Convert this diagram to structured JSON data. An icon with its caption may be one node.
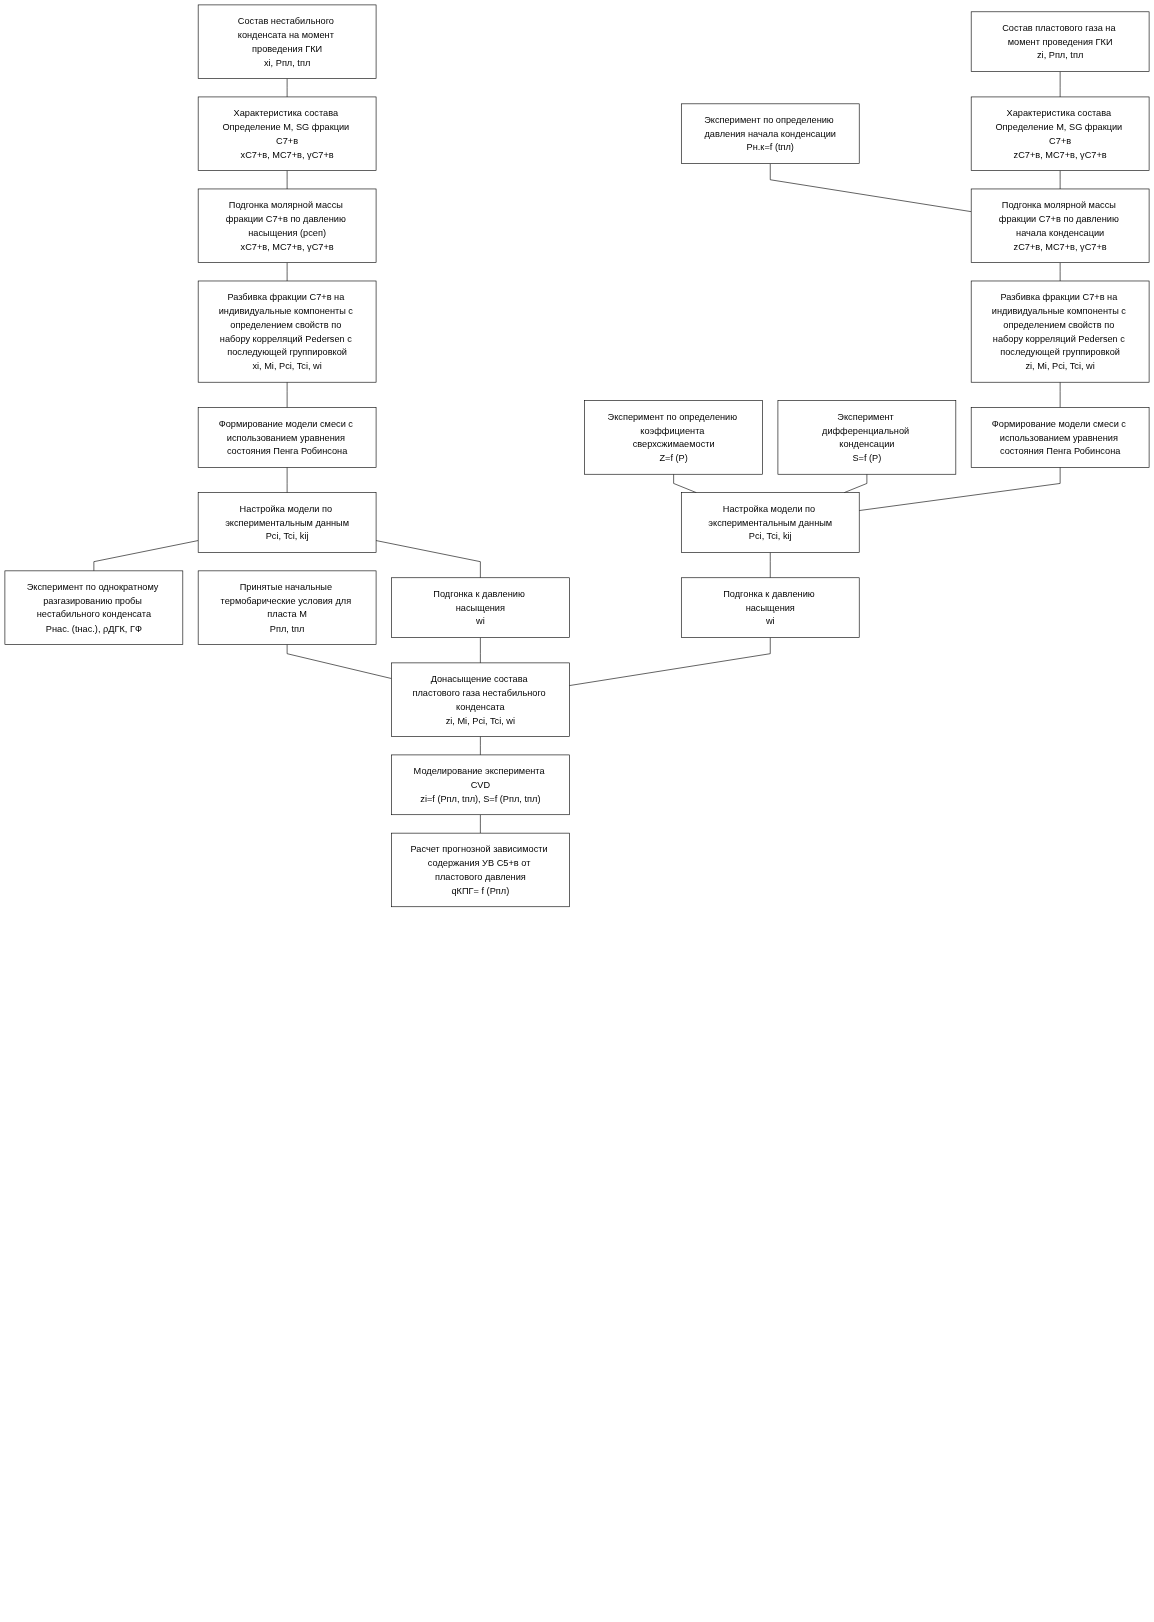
{
  "diagram": {
    "nodes": [
      {
        "text": [
          "Состав пластового газа на момент проведения ГКИ",
          "zi, Pпл, tпл"
        ]
      },
      {
        "text": [
          "Состав нестабильного конденсата на момент проведения ГКИ",
          "xi, Pпл, tпл"
        ]
      },
      {
        "text": [
          "Характеристика состава Определение M, SG фракции C7+в",
          "zC7+в, MC7+в, γC7+в"
        ]
      },
      {
        "text": [
          "Характеристика состава Определение M, SG фракции C7+в",
          "xC7+в, MC7+в, γC7+в"
        ]
      },
      {
        "text": [
          "Эксперимент по определению давления начала конденсации",
          "Pн.к=f (tпл)"
        ]
      },
      {
        "text": [
          "Подгонка молярной массы фракции C7+в по давлению начала конденсации",
          "zC7+в, MC7+в, γC7+в"
        ]
      },
      {
        "text": [
          "Подгонка молярной массы фракции C7+в по давлению насыщения (pсеп)",
          "xC7+в, MC7+в, γC7+в"
        ]
      },
      {
        "text": [
          "Разбивка фракции C7+в на индивидуальные компоненты с определением свойств по набору корреляций Pedersen с последующей группировкой",
          "zi, Mi, Pci, Tci, wi"
        ]
      },
      {
        "text": [
          "Разбивка фракции C7+в на индивидуальные компоненты с определением свойств по набору корреляций Pedersen с последующей группировкой",
          "xi, Mi, Pci, Tci, wi"
        ]
      },
      {
        "text": [
          "Формирование модели смеси с использованием уравнения состояния Пенга Робинсона"
        ]
      },
      {
        "text": [
          "Формирование модели смеси с использованием уравнения состояния Пенга Робинсона"
        ]
      },
      {
        "text": [
          "Эксперимент дифференциальной конденсации",
          "S=f (P)"
        ]
      },
      {
        "text": [
          "Настройка модели по экспериментальным данным",
          "Pci, Tci, kij"
        ]
      },
      {
        "text": [
          "Настройка модели по экспериментальным данным",
          "Pci, Tci, kij"
        ]
      },
      {
        "text": [
          "Эксперимент по однократному разгазированию пробы нестабильного конденсата",
          "Pнас. (tнас.), ρДГК, ГФ"
        ]
      },
      {
        "text": [
          "Эксперимент по определению коэффициента сверхсжимаемости",
          "Z=f (P)"
        ]
      },
      {
        "text": [
          "Подгонка к давлению насыщения",
          "wi"
        ]
      },
      {
        "text": [
          "Подгонка к давлению насыщения",
          "wi"
        ]
      },
      {
        "text": [
          "Принятые начальные термобарические условия для пласта М",
          "Pпл, tпл"
        ]
      },
      {
        "text": [
          "Донасыщение состава пластового газа нестабильного конденсата",
          "zi, Mi, Pci, Tci, wi"
        ]
      },
      {
        "text": [
          "Моделирование эксперимента CVD",
          "zi=f (Pпл, tпл), S=f (Pпл, tпл)"
        ]
      },
      {
        "text": [
          "Расчет прогнозной зависимости содержания УВ C5+в от пластового давления",
          "qКПГ= f (Pпл)"
        ]
      }
    ],
    "edges": [
      {
        "from": 0,
        "to": 2,
        "arrow": "none"
      },
      {
        "from": 1,
        "to": 3,
        "arrow": "none"
      },
      {
        "from": 2,
        "to": 5,
        "arrow": "none"
      },
      {
        "from": 3,
        "to": 6,
        "arrow": "none"
      },
      {
        "from": 4,
        "to": 5,
        "arrow": "none"
      },
      {
        "from": 5,
        "to": 7,
        "arrow": "none"
      },
      {
        "from": 6,
        "to": 8,
        "arrow": "none"
      },
      {
        "from": 7,
        "to": 9,
        "arrow": "none"
      },
      {
        "from": 8,
        "to": 10,
        "arrow": "none"
      },
      {
        "from": 9,
        "to": 12,
        "arrow": "none"
      },
      {
        "from": 10,
        "to": 13,
        "arrow": "none"
      },
      {
        "from": 11,
        "to": 12,
        "arrow": "none"
      },
      {
        "from": 15,
        "to": 12,
        "arrow": "none"
      },
      {
        "from": 13,
        "to": 14,
        "arrow": "none"
      },
      {
        "from": 12,
        "to": 16,
        "arrow": "none"
      },
      {
        "from": 13,
        "to": 17,
        "arrow": "none"
      },
      {
        "from": 16,
        "to": 19,
        "arrow": "none"
      },
      {
        "from": 17,
        "to": 19,
        "arrow": "none"
      },
      {
        "from": 18,
        "to": 19,
        "arrow": "none"
      },
      {
        "from": 19,
        "to": 20,
        "arrow": "none"
      },
      {
        "from": 20,
        "to": 21,
        "arrow": "none"
      }
    ]
  }
}
